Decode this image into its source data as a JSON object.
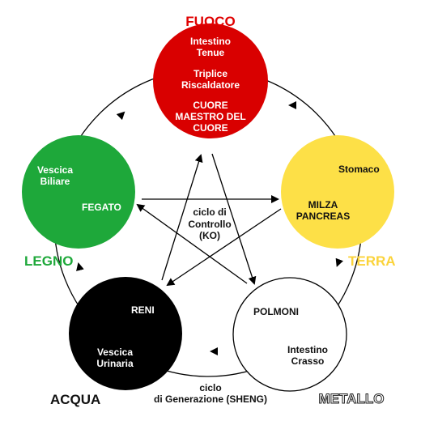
{
  "colors": {
    "fire": "#d90000",
    "earth": "#fde047",
    "metal": "#ffffff",
    "water": "#000000",
    "wood": "#1ea83a",
    "fire_label": "#e00000",
    "wood_label": "#1ea83a",
    "earth_label": "#fbd33a"
  },
  "elements": {
    "fire": {
      "name": "FUOCO",
      "organs": [
        "Intestino",
        "Tenue",
        "Triplice",
        "Riscaldatore",
        "CUORE",
        "MAESTRO DEL",
        "CUORE"
      ]
    },
    "earth": {
      "name": "TERRA",
      "organs": [
        "Stomaco",
        "MILZA",
        "PANCREAS"
      ]
    },
    "metal": {
      "name": "METALLO",
      "organs": [
        "POLMONI",
        "Intestino",
        "Crasso"
      ]
    },
    "water": {
      "name": "ACQUA",
      "organs": [
        "RENI",
        "Vescica",
        "Urinaria"
      ]
    },
    "wood": {
      "name": "LEGNO",
      "organs": [
        "Vescica",
        "Biliare",
        "FEGATO"
      ]
    }
  },
  "cycles": {
    "ko": [
      "ciclo di",
      "Controllo",
      "(KO)"
    ],
    "sheng": [
      "ciclo",
      "di Generazione (SHENG)"
    ]
  }
}
